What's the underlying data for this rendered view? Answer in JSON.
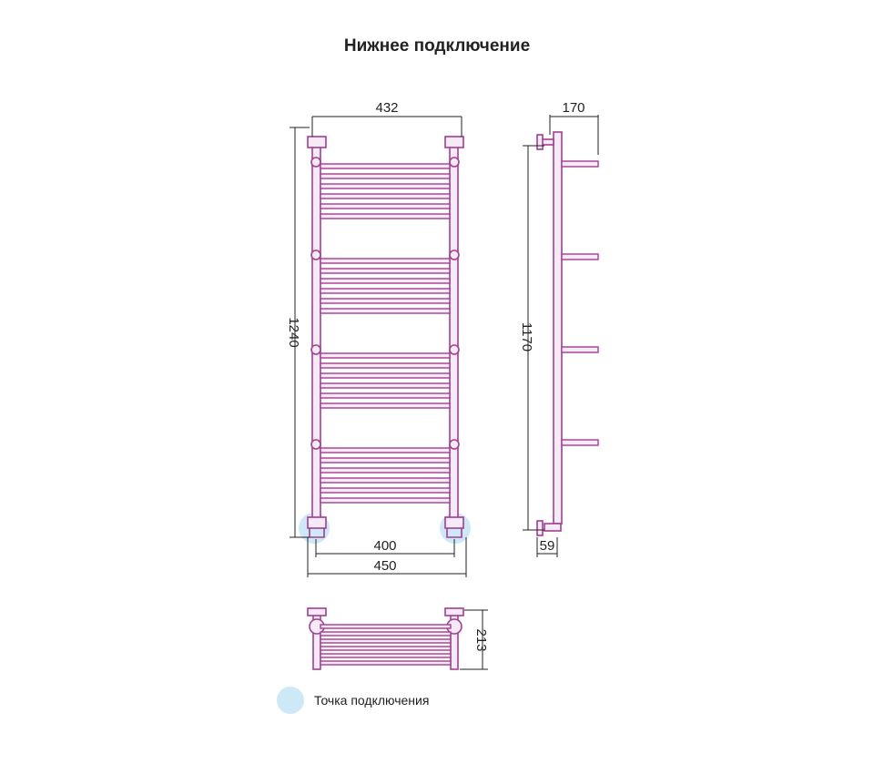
{
  "title": "Нижнее подключение",
  "dimensions": {
    "width_top": "432",
    "depth": "170",
    "height_total": "1240",
    "height_side": "1170",
    "connection_spacing": "400",
    "width_bottom": "450",
    "wall_offset": "59",
    "top_view_depth": "213"
  },
  "legend": {
    "label": "Точка подключения"
  },
  "colors": {
    "pipe": "#a43d93",
    "pipe_fill": "#f6eaf4",
    "dimension_line": "#222222",
    "connection_point": "#cde9f7"
  }
}
